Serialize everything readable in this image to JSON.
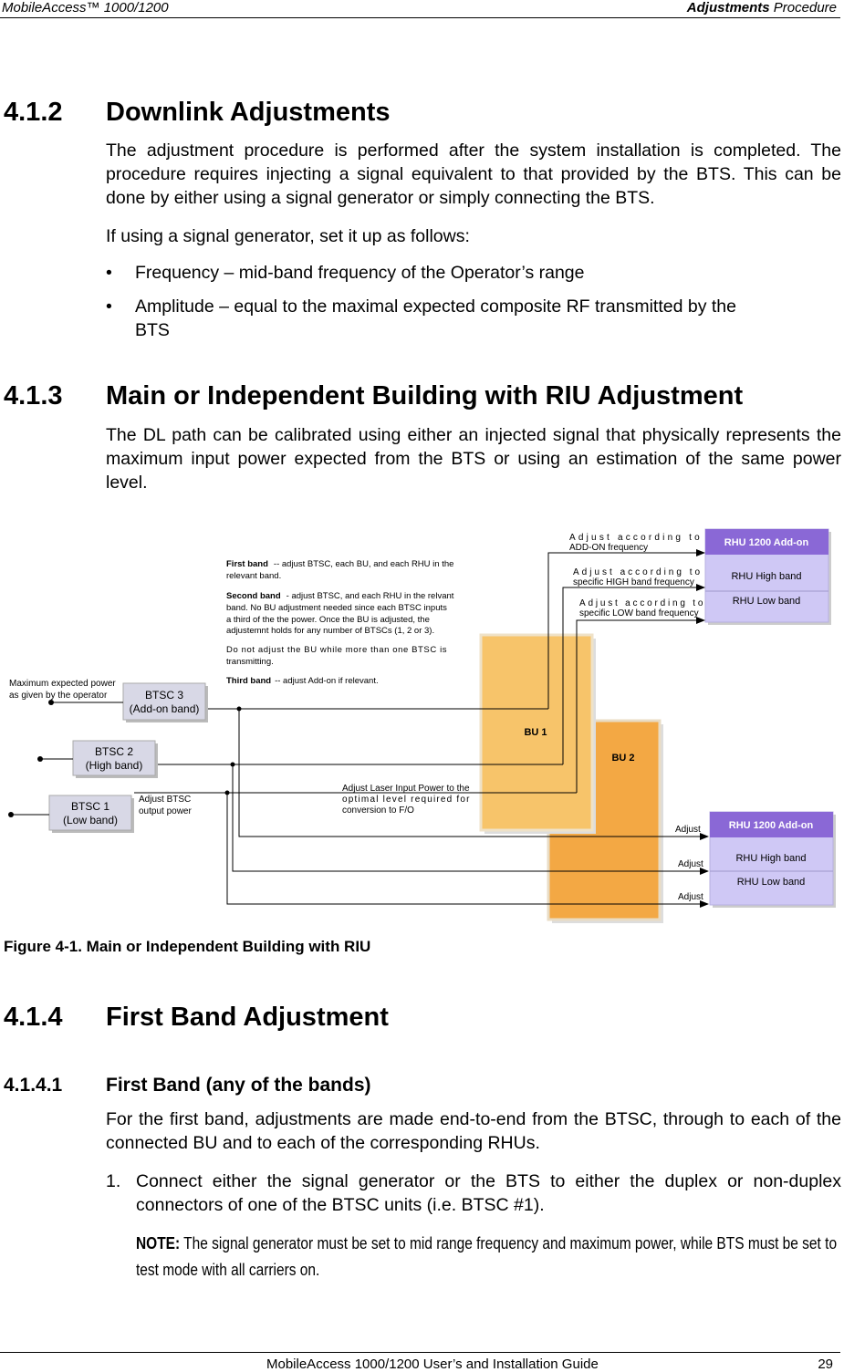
{
  "header": {
    "left": "MobileAccess™  1000/1200",
    "right_bold": "Adjustments",
    "right_rest": " Procedure"
  },
  "s412": {
    "num": "4.1.2",
    "title": "Downlink Adjustments",
    "p1": "The adjustment procedure is performed after the system installation is completed. The procedure requires injecting a signal equivalent to that provided by the BTS. This can be done by either using a signal generator or simply connecting the BTS.",
    "p2": "If using a signal generator, set it up as follows:",
    "bullet_symbol": "•",
    "b1": "Frequency – mid-band frequency of the Operator’s range",
    "b2_line1": "Amplitude – equal to the maximal expected composite RF transmitted by the",
    "b2_line2": "BTS"
  },
  "s413": {
    "num": "4.1.3",
    "title": "Main or Independent Building with RIU Adjustment",
    "p1": "The DL path can be calibrated using either an injected signal that physically represents the maximum input power expected from the BTS or using an estimation of the same power level."
  },
  "diagram": {
    "max_power_l1": "Maximum expected power",
    "max_power_l2": "as given by the operator",
    "btsc3_l1": "BTSC 3",
    "btsc3_l2": "(Add-on band)",
    "btsc2_l1": "BTSC 2",
    "btsc2_l2": "(High band)",
    "btsc1_l1": "BTSC 1",
    "btsc1_l2": "(Low band)",
    "adjust_btsc_l1": "Adjust BTSC",
    "adjust_btsc_l2": "output power",
    "bu1": "BU 1",
    "bu2": "BU 2",
    "laser_l1": "Adjust Laser Input Power to the",
    "laser_l2": "optimal level required for",
    "laser_l3": "conversion to F/O",
    "first_band_bold": "First band",
    "first_band_l1": "-- adjust BTSC, each BU, and each RHU in the",
    "first_band_l2": "relevant band.",
    "second_band_bold": "Second band",
    "second_band_l1": "- adjust BTSC, and each RHU in the relvant",
    "second_band_l2": "band.   No BU adjustment needed since each BTSC inputs",
    "second_band_l3": "a third of the the power. Once the BU is adjusted, the",
    "second_band_l4": "adjustemnt holds for any number of BTSCs (1, 2 or 3).",
    "no_adjust_l1": "Do not adjust the BU while more than one BTSC is",
    "no_adjust_l2": "transmitting.",
    "third_band_bold": "Third band",
    "third_band_l1": "-- adjust Add-on if relevant.",
    "adj_addon_l1": "Adjust according to",
    "adj_addon_l2": "ADD-ON frequency",
    "adj_high_l1": "Adjust according to",
    "adj_high_l2": "specific HIGH band frequency",
    "adj_low_l1": "Adjust according to",
    "adj_low_l2": "specific LOW band frequency",
    "rhu_addon": "RHU 1200 Add-on",
    "rhu_high": "RHU High band",
    "rhu_low": "RHU Low band",
    "adjust": "Adjust",
    "colors": {
      "rhu_header": "#8a68d6",
      "rhu_body": "#cfc8f5",
      "bu1_fill": "#f7c46a",
      "bu2_fill": "#f3a844",
      "btsc_fill": "#d8d8e6"
    }
  },
  "figure_caption": "Figure 4-1. Main or Independent Building with RIU",
  "s414": {
    "num": "4.1.4",
    "title": "First Band Adjustment"
  },
  "s4141": {
    "num": "4.1.4.1",
    "title": "First Band (any of the bands)",
    "p1": "For the first band, adjustments are made end-to-end from the BTSC, through to each of the connected BU and to each of the corresponding RHUs.",
    "item1_num": "1.",
    "item1": "Connect either the signal generator or the BTS to either the duplex or non-duplex connectors of one of the BTSC units (i.e. BTSC #1).",
    "note_label": "NOTE:",
    "note_text": " The signal generator must be set to mid range frequency and maximum power, while BTS must be set to test mode with all carriers on."
  },
  "footer": {
    "center": "MobileAccess 1000/1200 User’s and Installation Guide",
    "page": "29"
  }
}
